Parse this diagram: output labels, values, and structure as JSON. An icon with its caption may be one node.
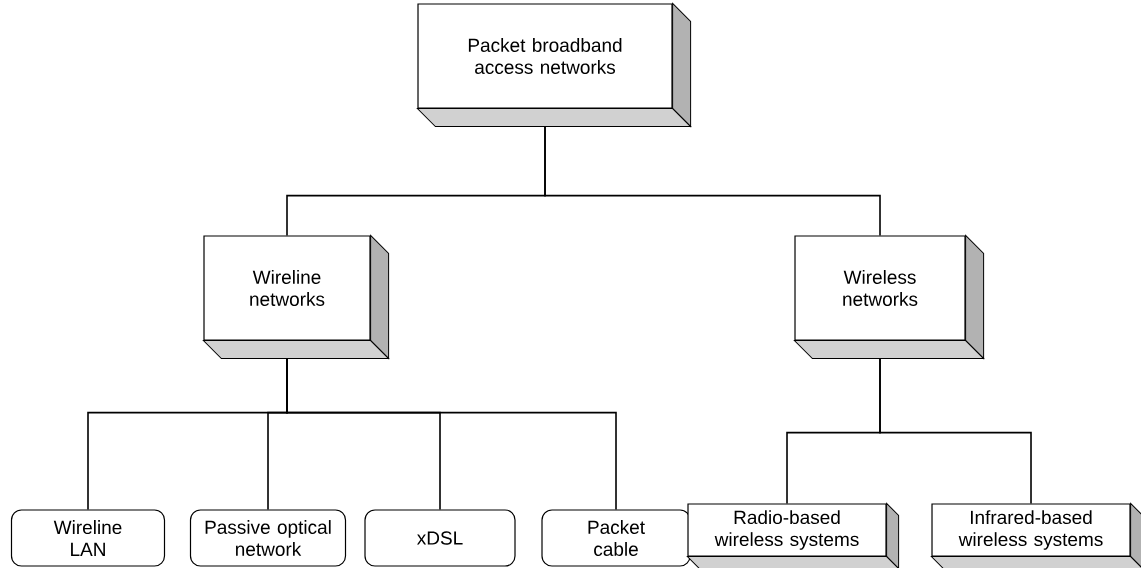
{
  "diagram": {
    "nodes": [
      {
        "text": [
          "Packet broadband access networks"
        ]
      },
      {
        "text": [
          "Wireline networks"
        ]
      },
      {
        "text": [
          "Wireless networks"
        ]
      },
      {
        "text": [
          "Wireline LAN"
        ]
      },
      {
        "text": [
          "Passive optical network"
        ]
      },
      {
        "text": [
          "xDSL"
        ]
      },
      {
        "text": [
          "Packet cable"
        ]
      },
      {
        "text": [
          "Radio-based wireless systems"
        ]
      },
      {
        "text": [
          "Infrared-based wireless systems"
        ]
      }
    ],
    "edges": [
      {
        "from": 0,
        "to": 1,
        "arrow": "none"
      },
      {
        "from": 0,
        "to": 2,
        "arrow": "none"
      },
      {
        "from": 1,
        "to": 3,
        "arrow": "none"
      },
      {
        "from": 1,
        "to": 4,
        "arrow": "none"
      },
      {
        "from": 1,
        "to": 5,
        "arrow": "none"
      },
      {
        "from": 1,
        "to": 6,
        "arrow": "none"
      },
      {
        "from": 2,
        "to": 7,
        "arrow": "none"
      },
      {
        "from": 2,
        "to": 8,
        "arrow": "none"
      }
    ]
  }
}
